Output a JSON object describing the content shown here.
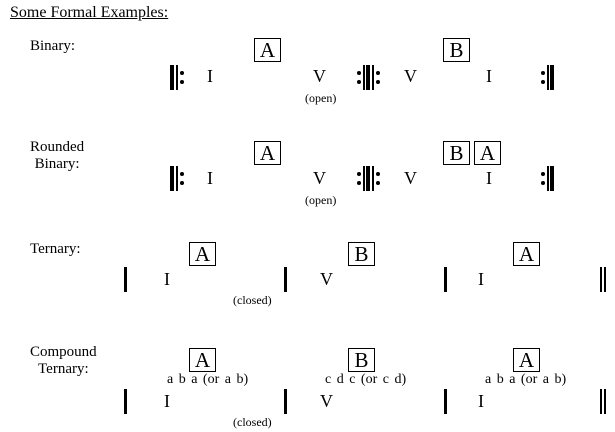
{
  "title": "Some Formal Examples:",
  "binary": {
    "label": "Binary:",
    "sections": [
      "A",
      "B"
    ],
    "chords": [
      "I",
      "V",
      "V",
      "I"
    ],
    "cadence": "(open)"
  },
  "rounded_binary": {
    "label_line1": "Rounded",
    "label_line2": "Binary:",
    "sections": [
      "A",
      "B",
      "A"
    ],
    "chords": [
      "I",
      "V",
      "V",
      "I"
    ],
    "cadence": "(open)"
  },
  "ternary": {
    "label": "Ternary:",
    "sections": [
      "A",
      "B",
      "A"
    ],
    "chords": [
      "I",
      "V",
      "I"
    ],
    "cadence": "(closed)"
  },
  "compound_ternary": {
    "label_line1": "Compound",
    "label_line2": "Ternary:",
    "sections": [
      "A",
      "B",
      "A"
    ],
    "subsections": [
      "a b a  (or  a b)",
      "c d c  (or  c d)",
      "a b a  (or  a b)"
    ],
    "chords": [
      "I",
      "V",
      "I"
    ],
    "cadence": "(closed)"
  }
}
